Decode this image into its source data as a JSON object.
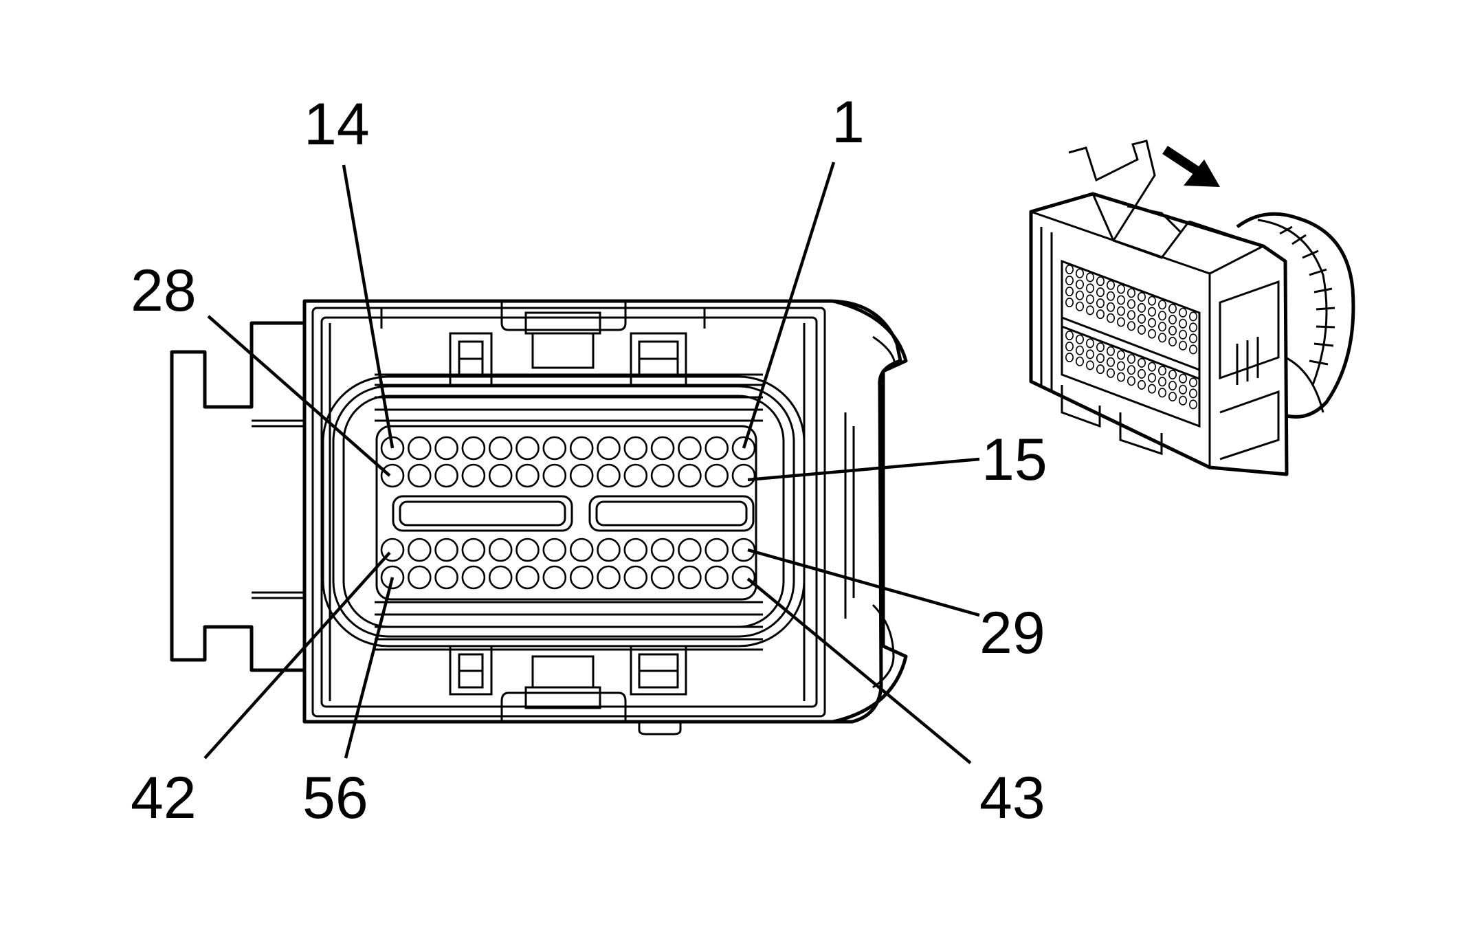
{
  "diagram": {
    "pin_rows": {
      "count": 4,
      "pins_per_row": 14
    },
    "labels": {
      "pin_14": "14",
      "pin_1": "1",
      "pin_28": "28",
      "pin_15": "15",
      "pin_29": "29",
      "pin_42": "42",
      "pin_56": "56",
      "pin_43": "43"
    },
    "view_arrow": "view-direction-arrow",
    "colors": {
      "line": "#000000",
      "background": "#ffffff"
    }
  }
}
